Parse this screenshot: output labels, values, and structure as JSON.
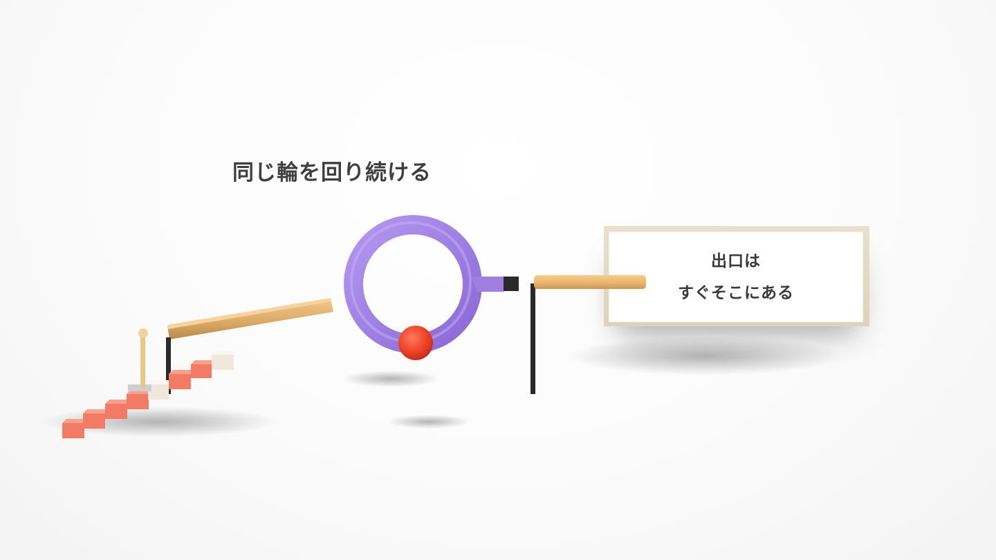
{
  "scene": {
    "caption": "同じ輪を回り続ける",
    "sign": {
      "line1": "出口は",
      "line2": "すぐそこにある"
    }
  },
  "colors": {
    "ring": "#9f7fe0",
    "ball": "#f0452c",
    "stairs": "#f27b66",
    "plank": "#e9b46e",
    "pole": "#2a2a2a",
    "sign_frame": "#ddd3bb",
    "sign_face": "#ffffff",
    "text": "#3f3f3f"
  },
  "icons": [
    "ring-loop",
    "ball",
    "stair-block",
    "lever",
    "wooden-plank",
    "pole",
    "signboard"
  ]
}
